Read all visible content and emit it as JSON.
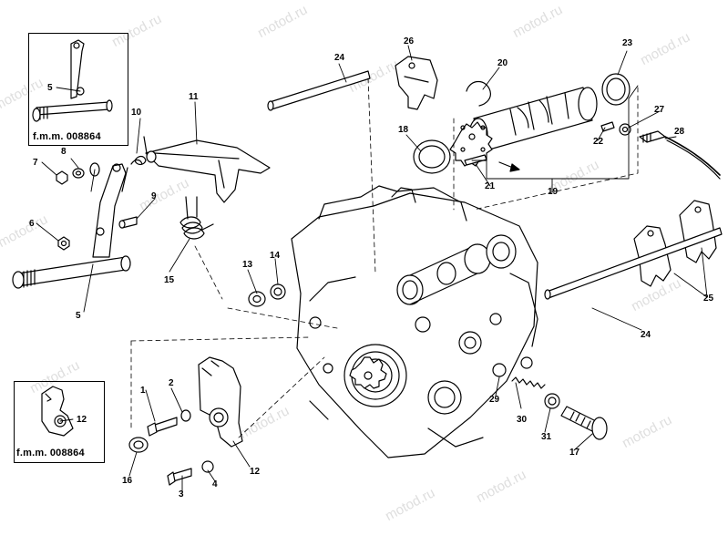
{
  "watermark": "motod.ru",
  "insets": {
    "top_left": {
      "caption": "f.m.m. 008864",
      "part": "5"
    },
    "bottom_left": {
      "caption": "f.m.m. 008864",
      "part": "12"
    }
  },
  "callouts": {
    "c1": "1",
    "c2": "2",
    "c3": "3",
    "c4": "4",
    "c5": "5",
    "c6": "6",
    "c7": "7",
    "c8": "8",
    "c9": "9",
    "c10": "10",
    "c11": "11",
    "c12": "12",
    "c13": "13",
    "c14": "14",
    "c15": "15",
    "c16": "16",
    "c17": "17",
    "c18": "18",
    "c19": "19",
    "c20": "20",
    "c21": "21",
    "c22": "22",
    "c23": "23",
    "c24": "24",
    "c25": "25",
    "c26": "26",
    "c27": "27",
    "c28": "28",
    "c29": "29",
    "c30": "30",
    "c31": "31"
  }
}
